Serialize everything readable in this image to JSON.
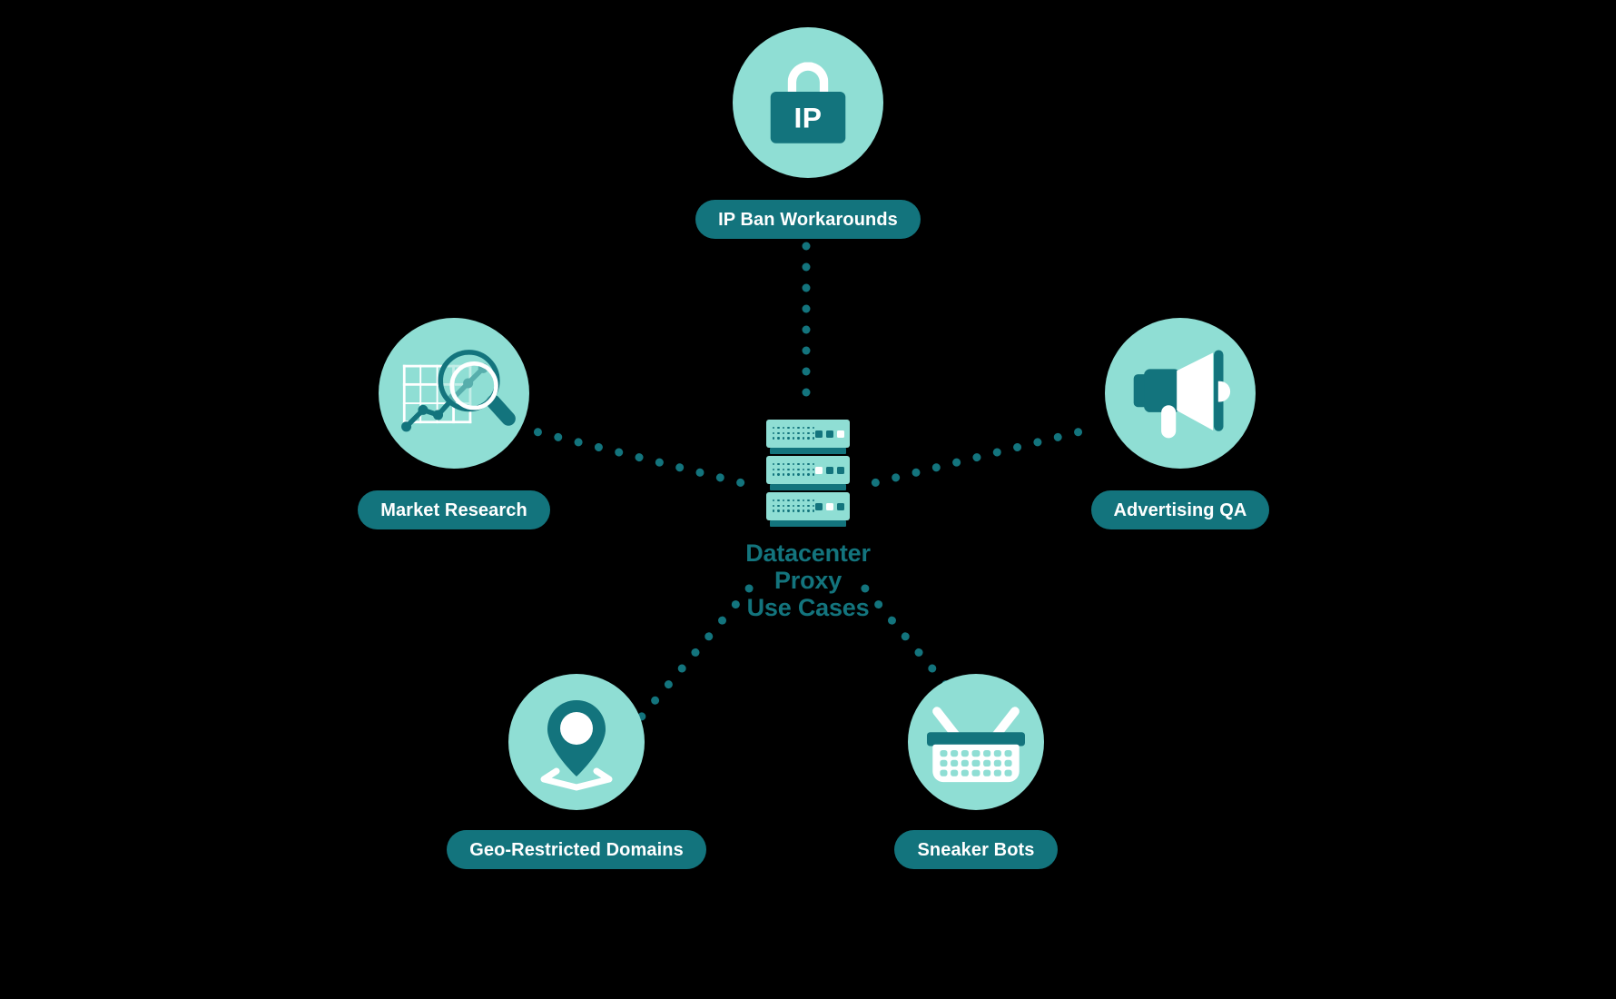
{
  "diagram": {
    "center": {
      "title_line1": "Datacenter Proxy",
      "title_line2": "Use Cases",
      "icon": "server-rack-icon"
    },
    "colors": {
      "background": "#000000",
      "circle_fill": "#8FDED4",
      "accent_dark": "#13747D",
      "pill_fill": "#13747D",
      "pill_text": "#FFFFFF",
      "title_text": "#13747D",
      "icon_white": "#FFFFFF",
      "connector_dot": "#13747D"
    },
    "nodes": [
      {
        "id": "ip-ban-workarounds",
        "label": "IP Ban Workarounds",
        "icon": "lock-ip-icon"
      },
      {
        "id": "market-research",
        "label": "Market Research",
        "icon": "magnifier-chart-icon"
      },
      {
        "id": "advertising-qa",
        "label": "Advertising QA",
        "icon": "megaphone-icon"
      },
      {
        "id": "geo-restricted-domains",
        "label": "Geo-Restricted Domains",
        "icon": "map-pin-icon"
      },
      {
        "id": "sneaker-bots",
        "label": "Sneaker Bots",
        "icon": "shopping-basket-icon"
      }
    ],
    "lock_text": "IP"
  }
}
